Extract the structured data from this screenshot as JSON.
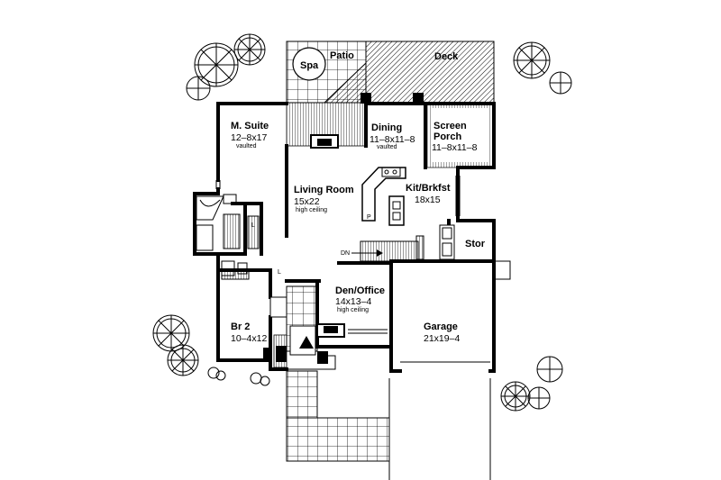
{
  "rooms": {
    "spa": {
      "name": "Spa"
    },
    "patio": {
      "name": "Patio"
    },
    "deck": {
      "name": "Deck"
    },
    "master": {
      "name": "M. Suite",
      "dims": "12–8x17",
      "note": "vaulted"
    },
    "dining": {
      "name": "Dining",
      "dims": "11–8x11–8",
      "note": "vaulted"
    },
    "screen": {
      "name": "Screen",
      "name2": "Porch",
      "dims": "11–8x11–8"
    },
    "living": {
      "name": "Living Room",
      "dims": "15x22",
      "note": "high ceiling"
    },
    "kitchen": {
      "name": "Kit/Brkfst",
      "dims": "18x15"
    },
    "storage": {
      "name": "Stor"
    },
    "den": {
      "name": "Den/Office",
      "dims": "14x13–4",
      "note": "high ceiling"
    },
    "bedroom2": {
      "name": "Br 2",
      "dims": "10–4x12"
    },
    "garage": {
      "name": "Garage",
      "dims": "21x19–4"
    }
  },
  "markers": {
    "stair_down": "DN",
    "linen_1": "L",
    "linen_2": "L",
    "pantry": "P"
  }
}
